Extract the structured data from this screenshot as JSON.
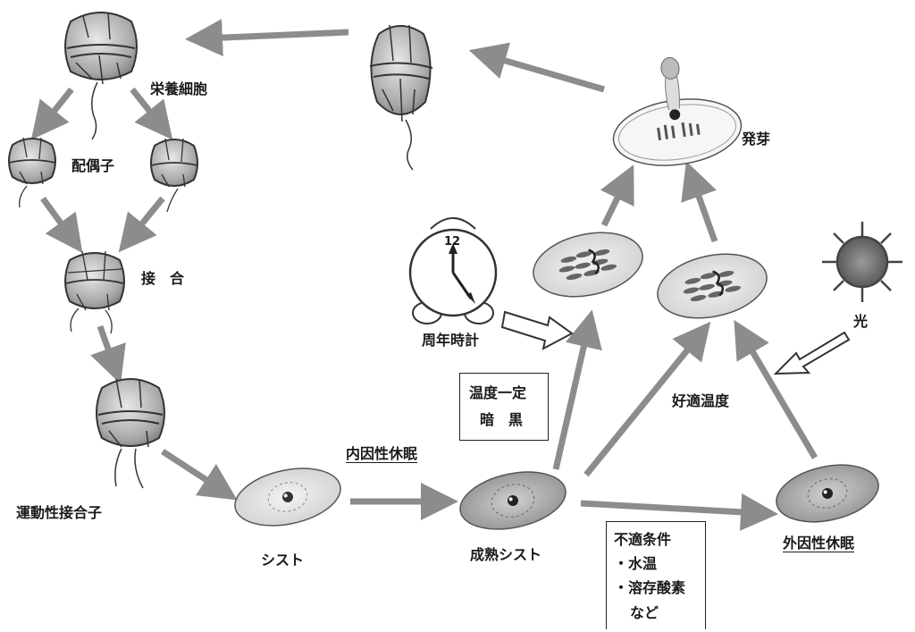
{
  "labels": {
    "vegetative_cell": "栄養細胞",
    "gamete": "配偶子",
    "conjugation": "接　合",
    "motile_zygote": "運動性接合子",
    "cyst": "シスト",
    "mature_cyst": "成熟シスト",
    "germination": "発芽",
    "circannual_clock": "周年時計",
    "light": "光",
    "optimal_temperature": "好適温度",
    "endogenous_dormancy": "内因性休眠",
    "exogenous_dormancy": "外因性休眠",
    "clock_digits": "12"
  },
  "condition_box_1": {
    "line1": "温度一定",
    "line2": "暗　黒"
  },
  "condition_box_2": {
    "line1": "不適条件",
    "line2": "・水温",
    "line3": "・溶存酸素",
    "line4": "など"
  }
}
